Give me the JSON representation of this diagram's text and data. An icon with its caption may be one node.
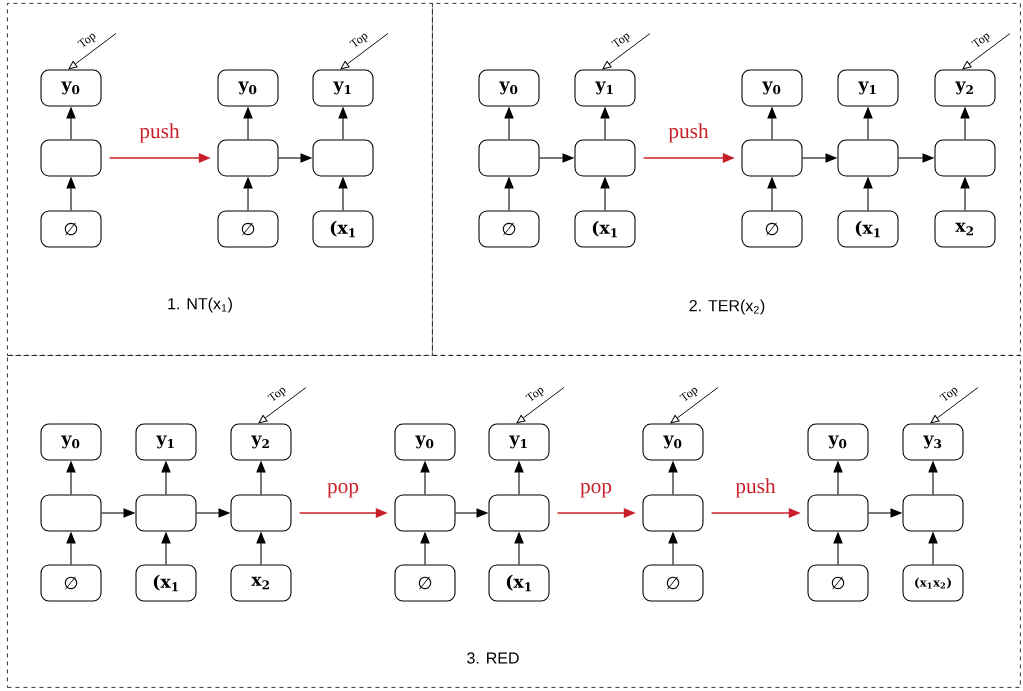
{
  "diagram": {
    "nodes": [
      {
        "text": [
          "1. NT(x$_{1}$)"
        ]
      },
      {
        "text": [
          "y$_{0}$"
        ],
        "in": 0
      },
      {
        "text": [],
        "shape": "box",
        "in": 0
      },
      {
        "text": [
          "∅"
        ],
        "in": 0
      },
      {
        "text": [
          "y$_{0}$"
        ],
        "in": 0
      },
      {
        "text": [],
        "shape": "box",
        "in": 0
      },
      {
        "text": [
          "∅"
        ],
        "in": 0
      },
      {
        "text": [
          "y$_{1}$"
        ],
        "in": 0
      },
      {
        "text": [],
        "shape": "box",
        "in": 0
      },
      {
        "text": [
          "(x$_{1}$"
        ],
        "in": 0
      },
      {
        "text": [
          "2. TER(x$_{2}$)"
        ]
      },
      {
        "text": [
          "y$_{0}$"
        ],
        "in": 10
      },
      {
        "text": [],
        "shape": "box",
        "in": 10
      },
      {
        "text": [
          "∅"
        ],
        "in": 10
      },
      {
        "text": [
          "y$_{1}$"
        ],
        "in": 10
      },
      {
        "text": [],
        "shape": "box",
        "in": 10
      },
      {
        "text": [
          "(x$_{1}$"
        ],
        "in": 10
      },
      {
        "text": [
          "y$_{0}$"
        ],
        "in": 10
      },
      {
        "text": [],
        "shape": "box",
        "in": 10
      },
      {
        "text": [
          "∅"
        ],
        "in": 10
      },
      {
        "text": [
          "y$_{1}$"
        ],
        "in": 10
      },
      {
        "text": [],
        "shape": "box",
        "in": 10
      },
      {
        "text": [
          "(x$_{1}$"
        ],
        "in": 10
      },
      {
        "text": [
          "y$_{2}$"
        ],
        "in": 10
      },
      {
        "text": [],
        "shape": "box",
        "in": 10
      },
      {
        "text": [
          "x$_{2}$"
        ],
        "in": 10
      },
      {
        "text": [
          "3. RED"
        ]
      },
      {
        "text": [
          "y$_{0}$"
        ],
        "in": 26
      },
      {
        "text": [],
        "shape": "box",
        "in": 26
      },
      {
        "text": [
          "∅"
        ],
        "in": 26
      },
      {
        "text": [
          "y$_{1}$"
        ],
        "in": 26
      },
      {
        "text": [],
        "shape": "box",
        "in": 26
      },
      {
        "text": [
          "(x$_{1}$"
        ],
        "in": 26
      },
      {
        "text": [
          "y$_{2}$"
        ],
        "in": 26
      },
      {
        "text": [],
        "shape": "box",
        "in": 26
      },
      {
        "text": [
          "x$_{2}$"
        ],
        "in": 26
      },
      {
        "text": [
          "y$_{0}$"
        ],
        "in": 26
      },
      {
        "text": [],
        "shape": "box",
        "in": 26
      },
      {
        "text": [
          "∅"
        ],
        "in": 26
      },
      {
        "text": [
          "y$_{1}$"
        ],
        "in": 26
      },
      {
        "text": [],
        "shape": "box",
        "in": 26
      },
      {
        "text": [
          "(x$_{1}$"
        ],
        "in": 26
      },
      {
        "text": [
          "y$_{0}$"
        ],
        "in": 26
      },
      {
        "text": [],
        "shape": "box",
        "in": 26
      },
      {
        "text": [
          "∅"
        ],
        "in": 26
      },
      {
        "text": [
          "y$_{0}$"
        ],
        "in": 26
      },
      {
        "text": [],
        "shape": "box",
        "in": 26
      },
      {
        "text": [
          "∅"
        ],
        "in": 26
      },
      {
        "text": [
          "y$_{3}$"
        ],
        "in": 26
      },
      {
        "text": [],
        "shape": "box",
        "in": 26
      },
      {
        "text": [
          "(x$_{1}$x$_{2}$)"
        ],
        "in": 26
      }
    ],
    "edges": [
      {
        "from": 2,
        "to": 1,
        "arrow": "to"
      },
      {
        "from": 3,
        "to": 2,
        "arrow": "to"
      },
      {
        "from": 5,
        "to": 4,
        "arrow": "to"
      },
      {
        "from": 6,
        "to": 5,
        "arrow": "to"
      },
      {
        "from": 8,
        "to": 7,
        "arrow": "to"
      },
      {
        "from": 9,
        "to": 8,
        "arrow": "to"
      },
      {
        "from": 5,
        "to": 8,
        "arrow": "to"
      },
      {
        "from": 2,
        "to": 5,
        "arrow": "to",
        "label": "push",
        "color": "#c8202a"
      },
      {
        "from": null,
        "to": 1,
        "arrow": "to",
        "label": "Top"
      },
      {
        "from": null,
        "to": 7,
        "arrow": "to",
        "label": "Top"
      },
      {
        "from": 12,
        "to": 11,
        "arrow": "to"
      },
      {
        "from": 13,
        "to": 12,
        "arrow": "to"
      },
      {
        "from": 15,
        "to": 14,
        "arrow": "to"
      },
      {
        "from": 16,
        "to": 15,
        "arrow": "to"
      },
      {
        "from": 12,
        "to": 15,
        "arrow": "to"
      },
      {
        "from": 18,
        "to": 17,
        "arrow": "to"
      },
      {
        "from": 19,
        "to": 18,
        "arrow": "to"
      },
      {
        "from": 21,
        "to": 20,
        "arrow": "to"
      },
      {
        "from": 22,
        "to": 21,
        "arrow": "to"
      },
      {
        "from": 24,
        "to": 23,
        "arrow": "to"
      },
      {
        "from": 25,
        "to": 24,
        "arrow": "to"
      },
      {
        "from": 18,
        "to": 21,
        "arrow": "to"
      },
      {
        "from": 21,
        "to": 24,
        "arrow": "to"
      },
      {
        "from": 15,
        "to": 18,
        "arrow": "to",
        "label": "push",
        "color": "#c8202a"
      },
      {
        "from": null,
        "to": 14,
        "arrow": "to",
        "label": "Top"
      },
      {
        "from": null,
        "to": 23,
        "arrow": "to",
        "label": "Top"
      },
      {
        "from": 28,
        "to": 27,
        "arrow": "to"
      },
      {
        "from": 29,
        "to": 28,
        "arrow": "to"
      },
      {
        "from": 31,
        "to": 30,
        "arrow": "to"
      },
      {
        "from": 32,
        "to": 31,
        "arrow": "to"
      },
      {
        "from": 34,
        "to": 33,
        "arrow": "to"
      },
      {
        "from": 35,
        "to": 34,
        "arrow": "to"
      },
      {
        "from": 28,
        "to": 31,
        "arrow": "to"
      },
      {
        "from": 31,
        "to": 34,
        "arrow": "to"
      },
      {
        "from": 37,
        "to": 36,
        "arrow": "to"
      },
      {
        "from": 38,
        "to": 37,
        "arrow": "to"
      },
      {
        "from": 40,
        "to": 39,
        "arrow": "to"
      },
      {
        "from": 41,
        "to": 40,
        "arrow": "to"
      },
      {
        "from": 37,
        "to": 40,
        "arrow": "to"
      },
      {
        "from": 43,
        "to": 42,
        "arrow": "to"
      },
      {
        "from": 44,
        "to": 43,
        "arrow": "to"
      },
      {
        "from": 46,
        "to": 45,
        "arrow": "to"
      },
      {
        "from": 47,
        "to": 46,
        "arrow": "to"
      },
      {
        "from": 49,
        "to": 48,
        "arrow": "to"
      },
      {
        "from": 50,
        "to": 49,
        "arrow": "to"
      },
      {
        "from": 46,
        "to": 49,
        "arrow": "to"
      },
      {
        "from": 34,
        "to": 37,
        "arrow": "to",
        "label": "pop",
        "color": "#c8202a"
      },
      {
        "from": 40,
        "to": 43,
        "arrow": "to",
        "label": "pop",
        "color": "#c8202a"
      },
      {
        "from": 43,
        "to": 46,
        "arrow": "to",
        "label": "push",
        "color": "#c8202a"
      },
      {
        "from": null,
        "to": 33,
        "arrow": "to",
        "label": "Top"
      },
      {
        "from": null,
        "to": 39,
        "arrow": "to",
        "label": "Top"
      },
      {
        "from": null,
        "to": 42,
        "arrow": "to",
        "label": "Top"
      },
      {
        "from": null,
        "to": 48,
        "arrow": "to",
        "label": "Top"
      }
    ]
  }
}
